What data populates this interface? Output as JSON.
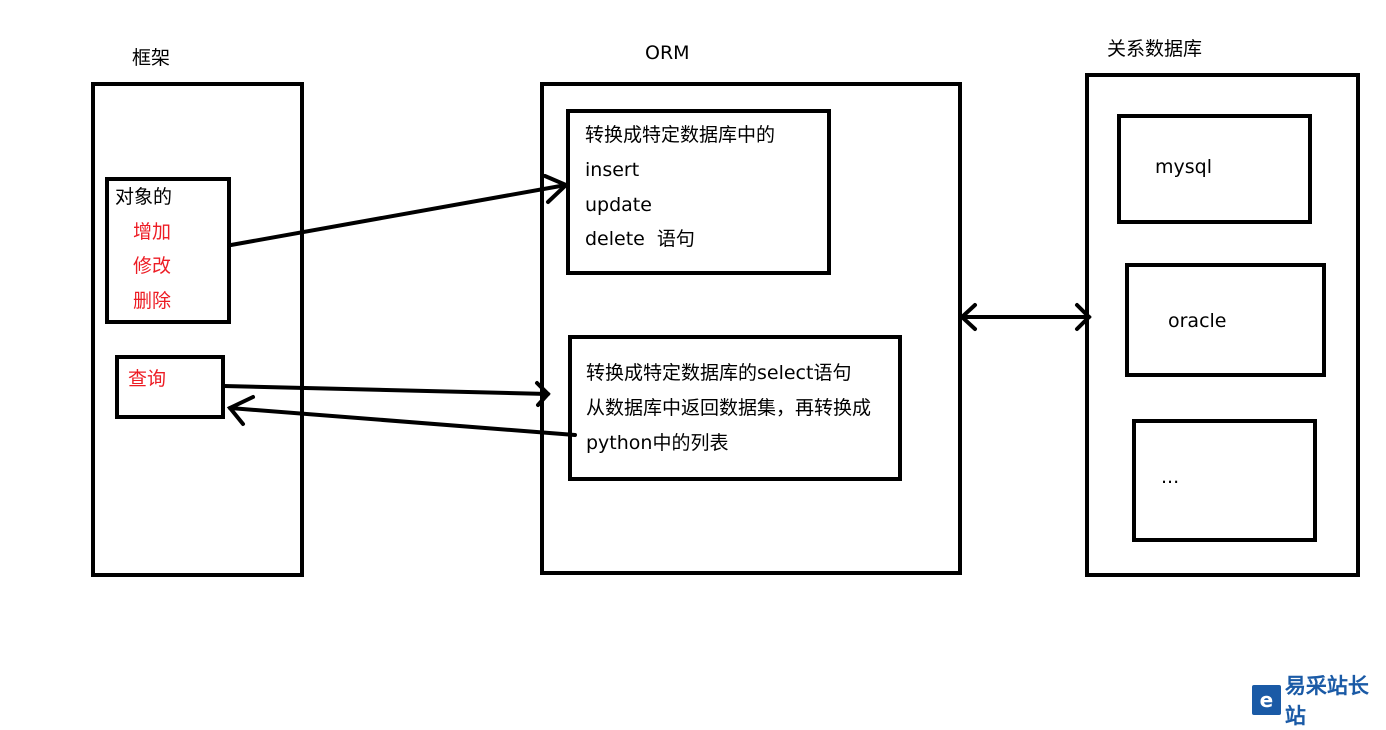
{
  "framework": {
    "title": "框架",
    "object_label": "对象的",
    "ops": [
      "增加",
      "修改",
      "删除"
    ],
    "query": "查询"
  },
  "orm": {
    "title": "ORM",
    "write_box": [
      "转换成特定数据库中的",
      "insert",
      "update",
      "delete  语句"
    ],
    "read_box": [
      "转换成特定数据库的select语句",
      "从数据库中返回数据集，再转换成",
      "python中的列表"
    ]
  },
  "db": {
    "title": "关系数据库",
    "items": [
      "mysql",
      "oracle",
      "..."
    ]
  },
  "watermark": {
    "text": "易采站长站"
  },
  "colors": {
    "highlight": "#ed1c24",
    "line": "#000000",
    "watermark": "#1a5aa6"
  }
}
